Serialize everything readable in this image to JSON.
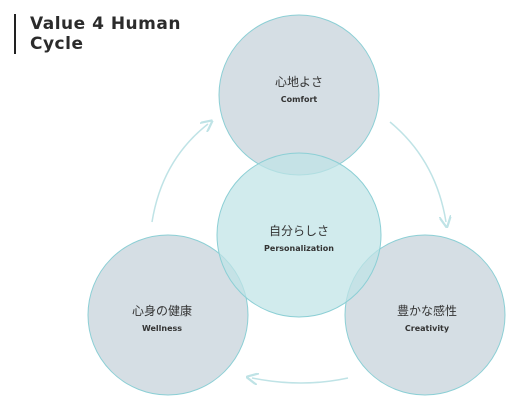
{
  "title": {
    "line1": "Value 4 Human",
    "line2": "Cycle"
  },
  "nodes": {
    "comfort": {
      "jp": "心地よさ",
      "en": "Comfort"
    },
    "personalization": {
      "jp": "自分らしさ",
      "en": "Personalization"
    },
    "wellness": {
      "jp": "心身の健康",
      "en": "Wellness"
    },
    "creativity": {
      "jp": "豊かな感性",
      "en": "Creativity"
    }
  },
  "colors": {
    "outer_fill": "#cfd9e0",
    "center_fill": "#bfe3e6",
    "stroke": "#8ccfd5",
    "arrow": "#bfe3e6"
  }
}
